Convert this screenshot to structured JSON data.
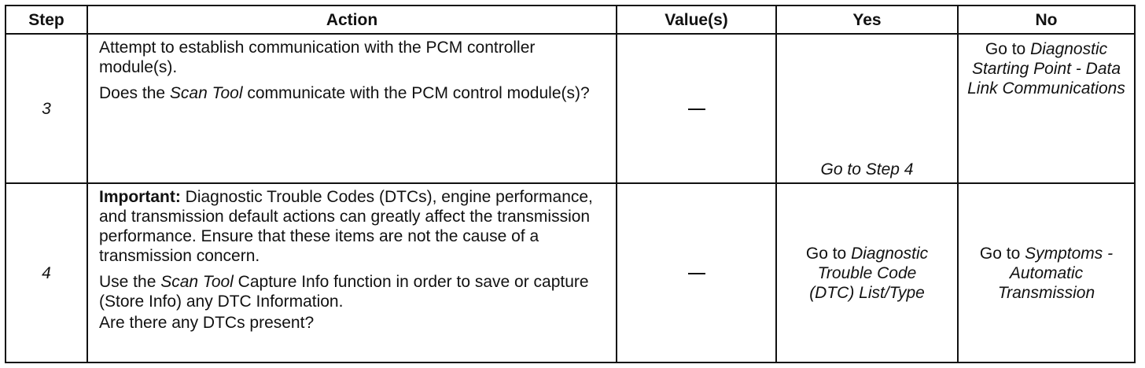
{
  "headers": {
    "step": "Step",
    "action": "Action",
    "values": "Value(s)",
    "yes": "Yes",
    "no": "No"
  },
  "rows": [
    {
      "step": "3",
      "action_p1": "Attempt to establish communication with the PCM controller module(s).",
      "action_p2_pre": "Does the ",
      "action_p2_em": "Scan Tool",
      "action_p2_post": " communicate with the PCM control module(s)?",
      "value": "—",
      "yes_pre": "",
      "yes_em": "Go to Step 4",
      "no_pre": "Go to ",
      "no_em": "Diagnostic Starting Point - Data Link Communications"
    },
    {
      "step": "4",
      "action_important_label": "Important:",
      "action_important_text": " Diagnostic Trouble Codes (DTCs), engine performance, and transmission default actions can greatly affect the transmission performance. Ensure that these items are not the cause of a transmission concern.",
      "action_p2_pre": "Use the ",
      "action_p2_em": "Scan Tool",
      "action_p2_post": " Capture Info function in order to save or capture (Store Info) any DTC Information.",
      "action_p3": "Are there any DTCs present?",
      "value": "—",
      "yes_pre": "Go to ",
      "yes_em": "Diagnostic Trouble Code (DTC) List/Type",
      "no_pre": "Go to ",
      "no_em": "Symptoms - Automatic Transmission"
    }
  ]
}
